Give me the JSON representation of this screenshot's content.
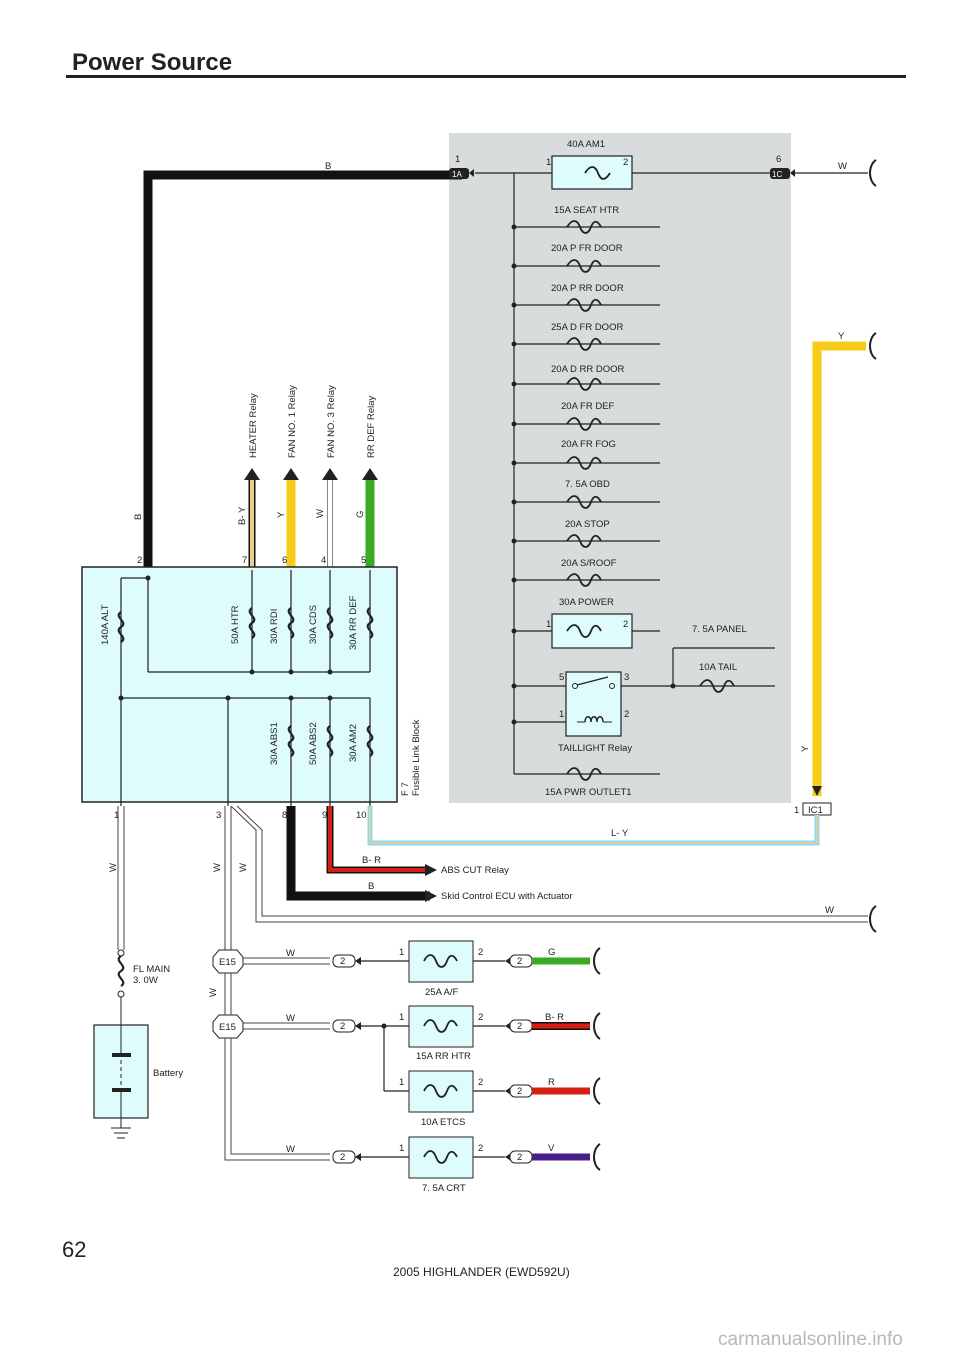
{
  "page": {
    "title": "Power Source",
    "page_number": "62",
    "footer": "2005 HIGHLANDER (EWD592U)",
    "watermark": "carmanualsonline.info"
  },
  "relay_block": {
    "fuses": [
      "40A AM1",
      "15A SEAT HTR",
      "20A P FR DOOR",
      "20A P RR DOOR",
      "25A D FR DOOR",
      "20A D RR DOOR",
      "20A FR DEF",
      "20A FR FOG",
      "7. 5A OBD",
      "20A STOP",
      "20A S/ROOF",
      "30A POWER",
      "7. 5A PANEL",
      "10A TAIL",
      "15A PWR OUTLET1"
    ],
    "relay": "TAILLIGHT Relay",
    "connectors": {
      "left": "1A",
      "right": "1C",
      "bottom": "IC1"
    }
  },
  "fusible_link_block": {
    "id": "F 7",
    "name": "Fusible Link Block",
    "fuses": [
      "140A ALT",
      "50A HTR",
      "30A RDI",
      "30A CDS",
      "30A RR DEF",
      "30A ABS1",
      "50A ABS2",
      "30A AM2"
    ],
    "top_outputs": [
      {
        "dest": "HEATER Relay",
        "wire": "B- Y",
        "pin": "7"
      },
      {
        "dest": "FAN NO. 1 Relay",
        "wire": "Y",
        "pin": "6"
      },
      {
        "dest": "FAN NO. 3 Relay",
        "wire": "W",
        "pin": "4"
      },
      {
        "dest": "RR DEF Relay",
        "wire": "G",
        "pin": "5"
      }
    ]
  },
  "lower_circuits": {
    "fl_main": "FL MAIN\n3. 0W",
    "battery": "Battery",
    "abs_cut": "ABS CUT Relay",
    "skid_ecu": "Skid Control ECU with Actuator",
    "connector": "E15",
    "fuses": [
      "25A A/F",
      "15A RR HTR",
      "10A ETCS",
      "7. 5A CRT"
    ],
    "wire_colors": [
      "G",
      "B- R",
      "R",
      "V"
    ]
  },
  "colors": {
    "panel": "#d8dcdc",
    "block": "#defcfc",
    "black": "#111111",
    "yellow": "#f7cc19",
    "green": "#3aaa25",
    "red": "#d81e12",
    "purple": "#4a1f8c",
    "lightblue": "#8fd6ef",
    "tan": "#e9d28e",
    "white_wire": "#ffffff"
  }
}
